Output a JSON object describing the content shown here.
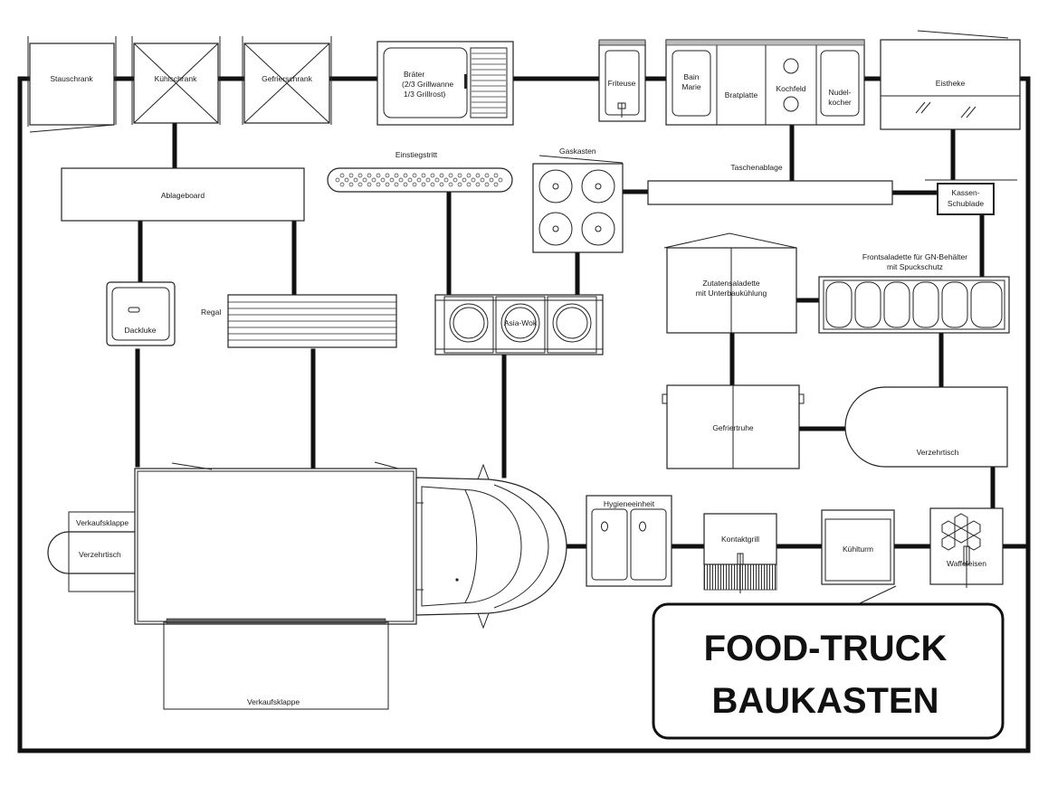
{
  "diagram": {
    "title_line1": "FOOD-TRUCK",
    "title_line2": "BAUKASTEN",
    "components": {
      "stauschrank": "Stauschrank",
      "kuehlschrank": "Kühlschrank",
      "gefrierschrank": "Gefrierschrank",
      "braeter_1": "Bräter",
      "braeter_2": "(2/3 Grillwanne",
      "braeter_3": "1/3 Grillrost)",
      "friteuse": "Friteuse",
      "bain_marie_1": "Bain",
      "bain_marie_2": "Marie",
      "bratplatte": "Bratplatte",
      "kochfeld": "Kochfeld",
      "nudelkocher_1": "Nudel-",
      "nudelkocher_2": "kocher",
      "eistheke": "Eistheke",
      "einstiegstritt": "Einstiegstritt",
      "gaskasten": "Gaskasten",
      "taschenablage": "Taschenablage",
      "kassen_1": "Kassen-",
      "kassen_2": "Schublade",
      "ablageboard": "Ablageboard",
      "dackluke": "Dackluke",
      "regal": "Regal",
      "asia_wok": "Asia-Wok",
      "zutaten_1": "Zutatensaladette",
      "zutaten_2": "mit Unterbaukühlung",
      "frontsaladette_1": "Frontsaladette für GN-Behälter",
      "frontsaladette_2": "mit Spuckschutz",
      "gefriertruhe": "Gefriertruhe",
      "verzehrtisch_right": "Verzehrtisch",
      "verkaufsklappe_left": "Verkaufsklappe",
      "verzehrtisch_left": "Verzehrtisch",
      "verkaufsklappe_bottom": "Verkaufsklappe",
      "hygieneeinheit": "Hygieneeinheit",
      "kontaktgrill": "Kontaktgrill",
      "kuehlturm": "Kühlturm",
      "waffeleisen": "Waffeleisen"
    }
  }
}
